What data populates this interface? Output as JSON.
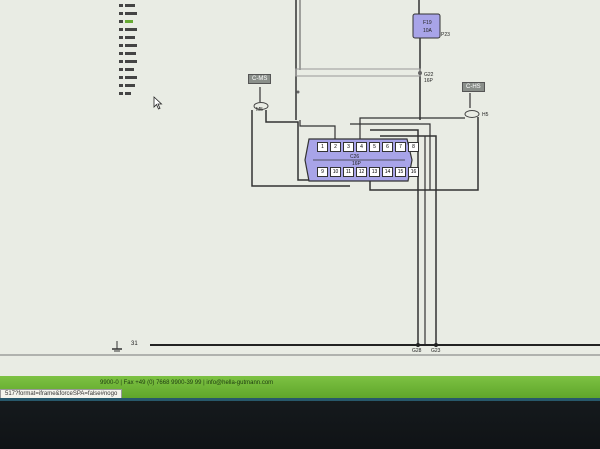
{
  "diagram": {
    "fuse": {
      "name": "F19",
      "rating": "10A",
      "ref": "P23"
    },
    "connector_top": {
      "name": "G22",
      "pins": "16P"
    },
    "module_left": {
      "label": "C-MS",
      "node": "M5"
    },
    "module_right": {
      "label": "C-HS",
      "node": "H5"
    },
    "main_connector": {
      "name": "C26",
      "pins": "16P",
      "top_pins": [
        "1",
        "2",
        "3",
        "4",
        "5",
        "6",
        "7",
        "8"
      ],
      "bottom_pins": [
        "9",
        "10",
        "11",
        "12",
        "13",
        "14",
        "15",
        "16"
      ]
    },
    "ground": {
      "label": "31"
    },
    "bottom_connectors": [
      "G28",
      "G23"
    ]
  },
  "footer": {
    "contact": "9900-0 | Fax +49 (0) 7668 9900-39 99 | info@hella-gutmann.com",
    "url_tooltip": "517?format=iframe&forceSPA=false#nogo"
  },
  "colors": {
    "status_bar": "#6cb433",
    "connector": "#a8a4e8",
    "background": "#e9ece4"
  }
}
